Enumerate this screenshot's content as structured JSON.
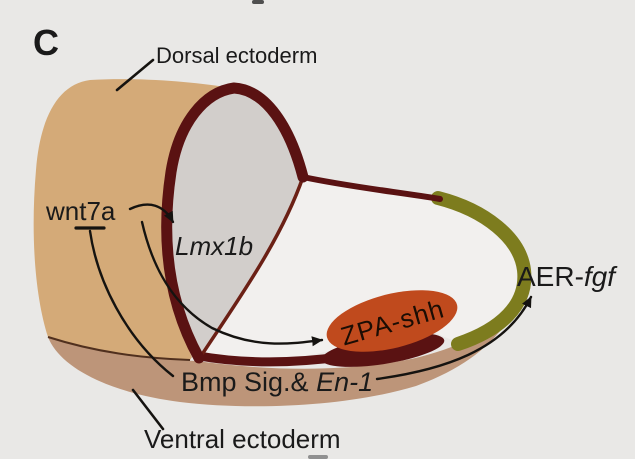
{
  "figure": {
    "panel_label": "C",
    "description": "Limb bud dorsal-ventral patterning diagram"
  },
  "labels": {
    "dorsal_ectoderm": "Dorsal ectoderm",
    "ventral_ectoderm": "Ventral ectoderm",
    "wnt7a": "wnt7a",
    "lmx1b": "Lmx1b",
    "zpa": "ZPA-shh",
    "aer_prefix": "AER-",
    "aer_gene": "fgf",
    "bmp_prefix": "Bmp Sig.& ",
    "bmp_gene": "En-1"
  },
  "relationships": [
    {
      "from": "wnt7a",
      "to": "Lmx1b",
      "type": "activates"
    },
    {
      "from": "Bmp Sig.& En-1",
      "to": "wnt7a",
      "type": "inhibits"
    },
    {
      "from": "wnt7a",
      "to": "ZPA-shh",
      "type": "activates"
    },
    {
      "from": "Bmp Sig.& En-1",
      "to": "AER-fgf",
      "type": "activates"
    }
  ],
  "colors": {
    "background": "#e9e8e6",
    "bud_interior": "#f2f0ee",
    "dorsal_surface": "#d4aa78",
    "ventral_surface": "#bd9579",
    "ectoderm_edge": "#5a1212",
    "cut_face": "#d2cecb",
    "aer": "#7d7c1e",
    "zpa": "#c04a1d",
    "text": "#1a1a1a"
  }
}
